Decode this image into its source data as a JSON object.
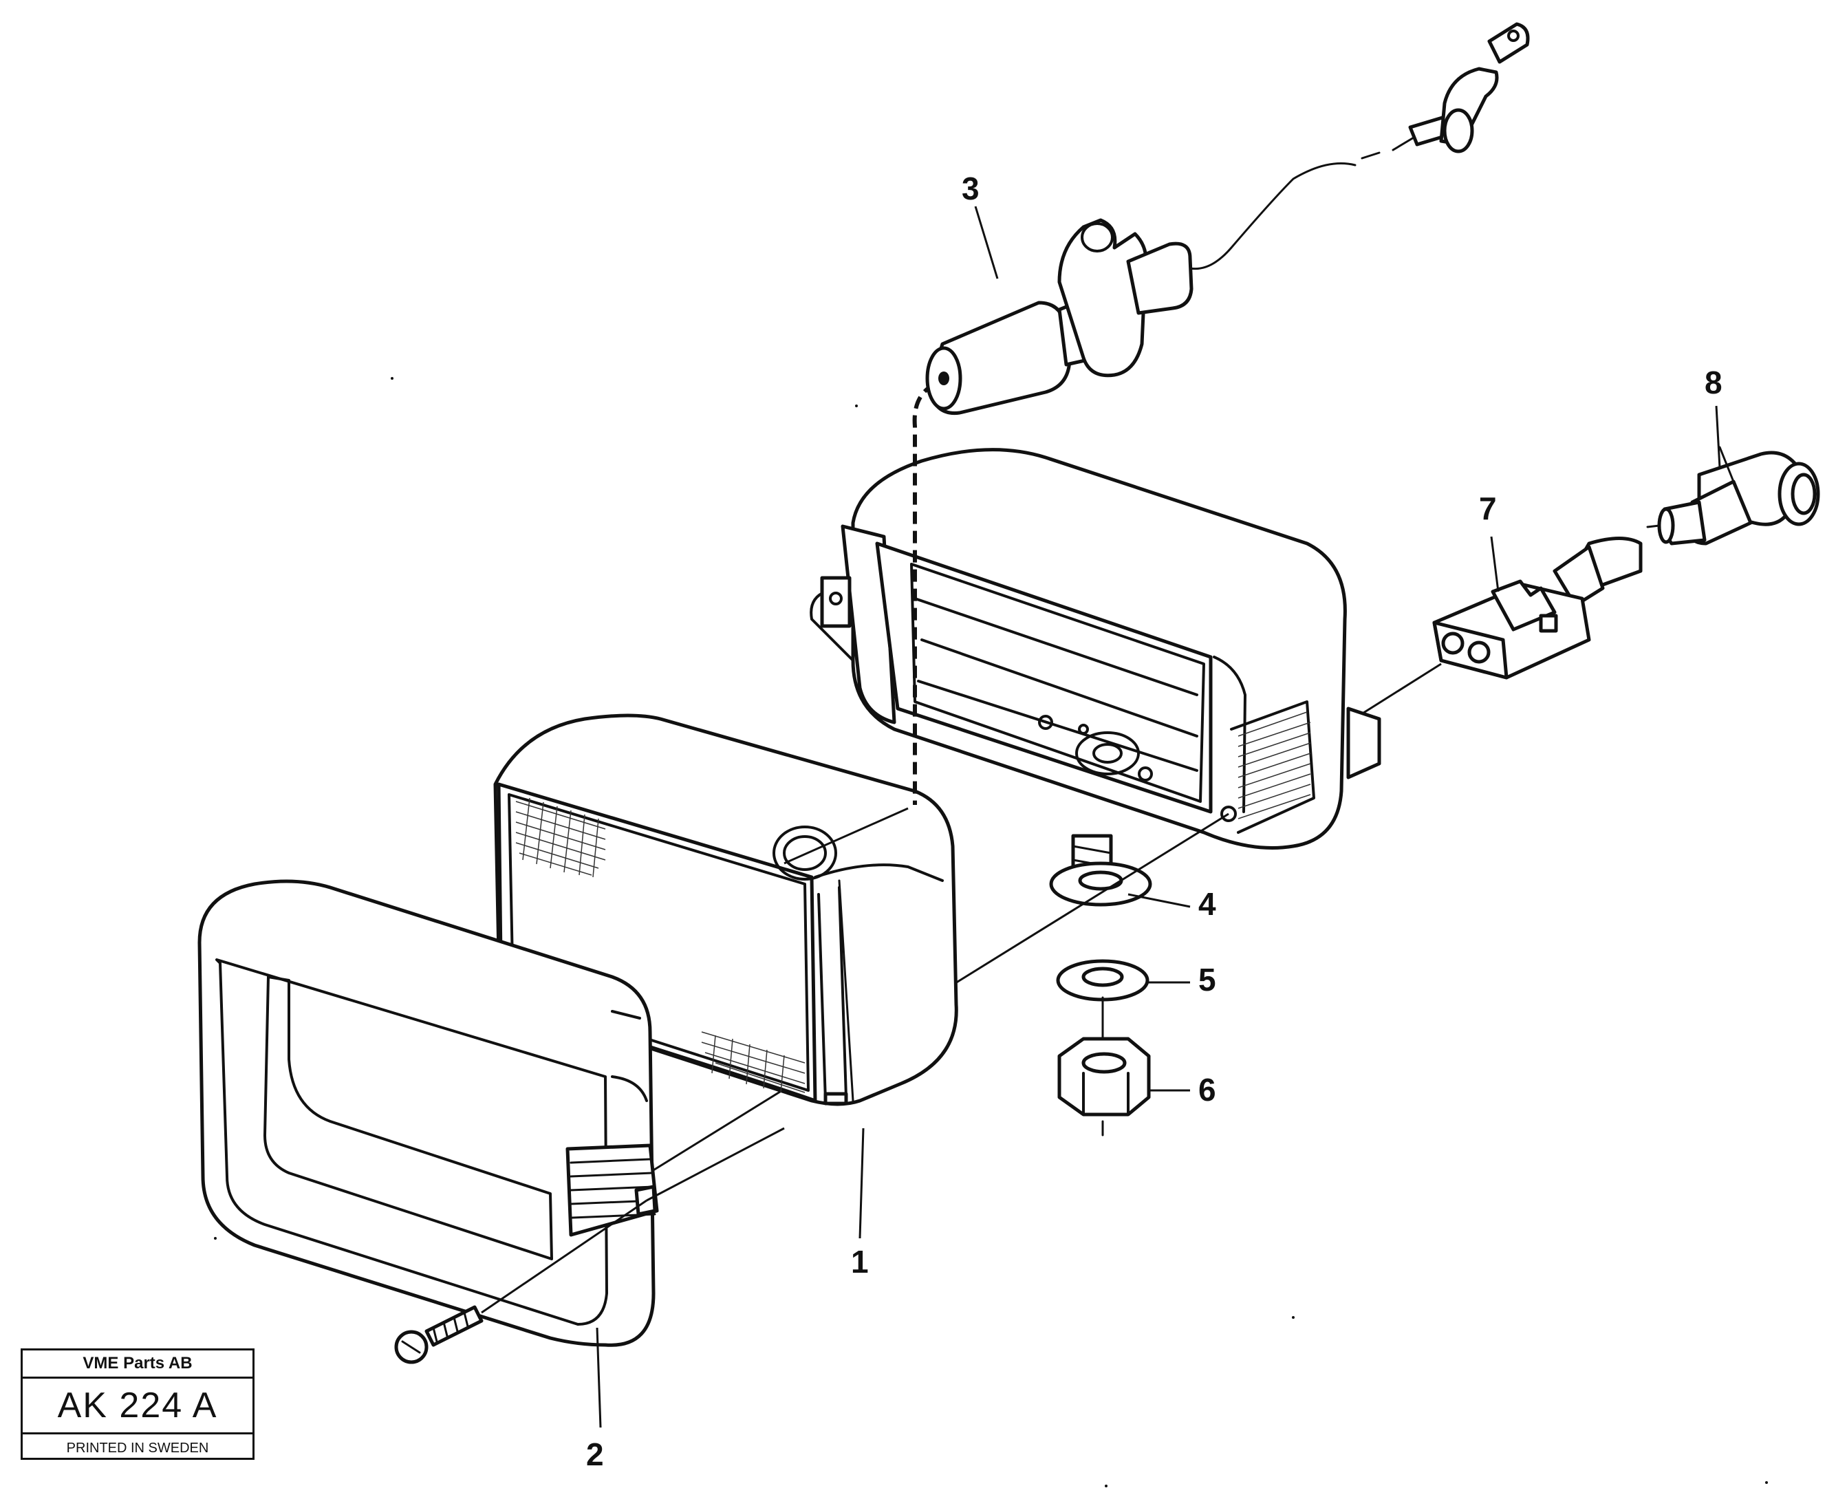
{
  "callouts": {
    "c1": "1",
    "c2": "2",
    "c3": "3",
    "c4": "4",
    "c5": "5",
    "c6": "6",
    "c7": "7",
    "c8": "8"
  },
  "stamp": {
    "company": "VME Parts AB",
    "code": "AK 224 A",
    "printed": "PRINTED IN SWEDEN"
  }
}
